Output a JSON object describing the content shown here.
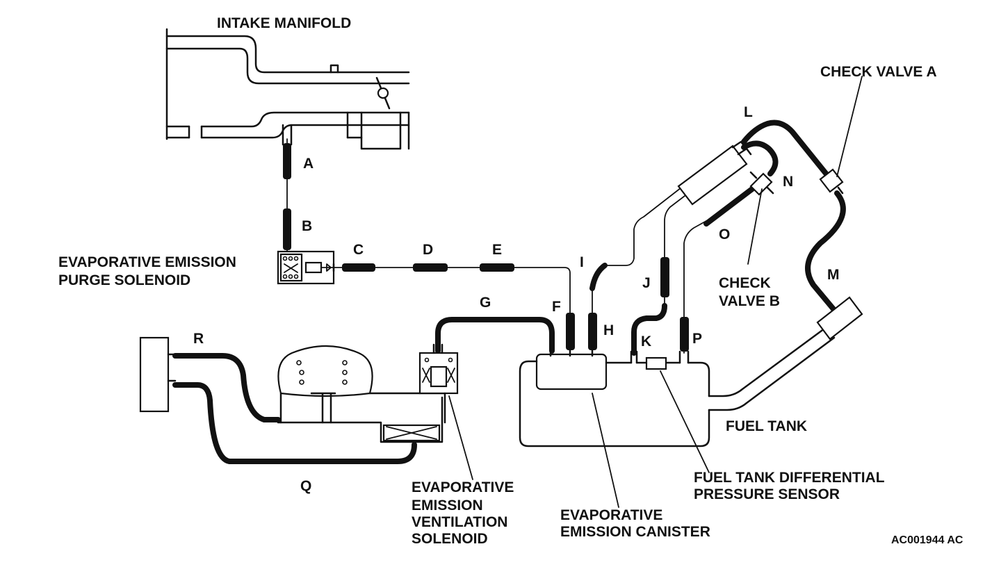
{
  "labels": {
    "intake_manifold": "INTAKE MANIFOLD",
    "check_valve_a": "CHECK VALVE A",
    "check_valve_b_line1": "CHECK",
    "check_valve_b_line2": "VALVE B",
    "purge_solenoid_line1": "EVAPORATIVE EMISSION",
    "purge_solenoid_line2": "PURGE SOLENOID",
    "fuel_tank": "FUEL TANK",
    "pressure_sensor_line1": "FUEL TANK DIFFERENTIAL",
    "pressure_sensor_line2": "PRESSURE SENSOR",
    "canister_line1": "EVAPORATIVE",
    "canister_line2": "EMISSION CANISTER",
    "vent_solenoid_line1": "EVAPORATIVE",
    "vent_solenoid_line2": "EMISSION",
    "vent_solenoid_line3": "VENTILATION",
    "vent_solenoid_line4": "SOLENOID",
    "figure_code": "AC001944 AC"
  },
  "hoses": {
    "a": "A",
    "b": "B",
    "c": "C",
    "d": "D",
    "e": "E",
    "f": "F",
    "g": "G",
    "h": "H",
    "i": "I",
    "j": "J",
    "k": "K",
    "l": "L",
    "m": "M",
    "n": "N",
    "o": "O",
    "p": "P",
    "q": "Q",
    "r": "R"
  },
  "colors": {
    "ink": "#111111",
    "paper": "#ffffff"
  }
}
